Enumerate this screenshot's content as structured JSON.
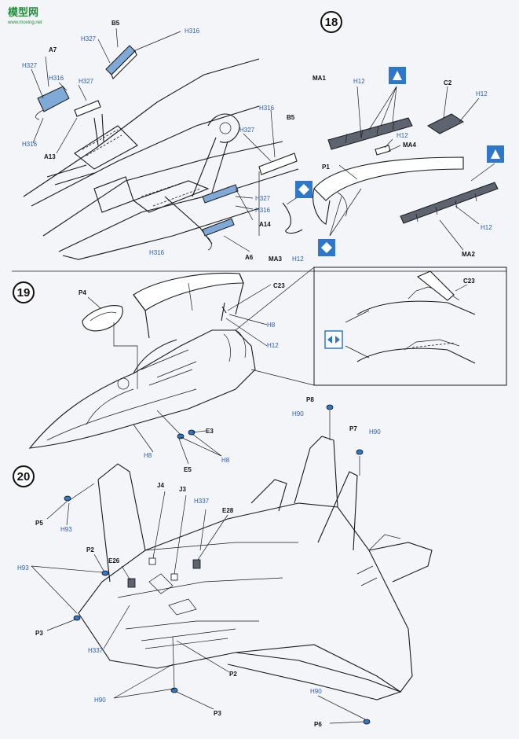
{
  "watermark": {
    "brand": "模型网",
    "url": "www.moxing.net"
  },
  "steps": {
    "s18": "18",
    "s19": "19",
    "s20": "20"
  },
  "labels": {
    "A7": "A7",
    "B5": "B5",
    "B5b": "B5",
    "A13": "A13",
    "A14": "A14",
    "A6": "A6",
    "MA1": "MA1",
    "MA2": "MA2",
    "MA3": "MA3",
    "MA4": "MA4",
    "C2": "C2",
    "P1": "P1",
    "P4": "P4",
    "C23": "C23",
    "C23b": "C23",
    "E3": "E3",
    "E5": "E5",
    "P8": "P8",
    "P7": "P7",
    "P5": "P5",
    "P2a": "P2",
    "P2b": "P2",
    "P3a": "P3",
    "P3b": "P3",
    "P6": "P6",
    "E26": "E26",
    "E28": "E28",
    "J4": "J4",
    "J3": "J3"
  },
  "color_codes": {
    "h327": "H327",
    "h316": "H316",
    "h12": "H12",
    "h8": "H8",
    "h90": "H90",
    "h93": "H93",
    "h337": "H337"
  },
  "colors": {
    "paper": "#f3f5f8",
    "ink": "#1a1a1a",
    "code_blue": "#2c5ea8",
    "part_blue": "#7fa9d6",
    "part_grey": "#5d6470",
    "marker_blue": "#2f78c9"
  },
  "icons": [
    "triangle-marker-icon",
    "diamond-marker-icon",
    "arrow-double-icon"
  ]
}
